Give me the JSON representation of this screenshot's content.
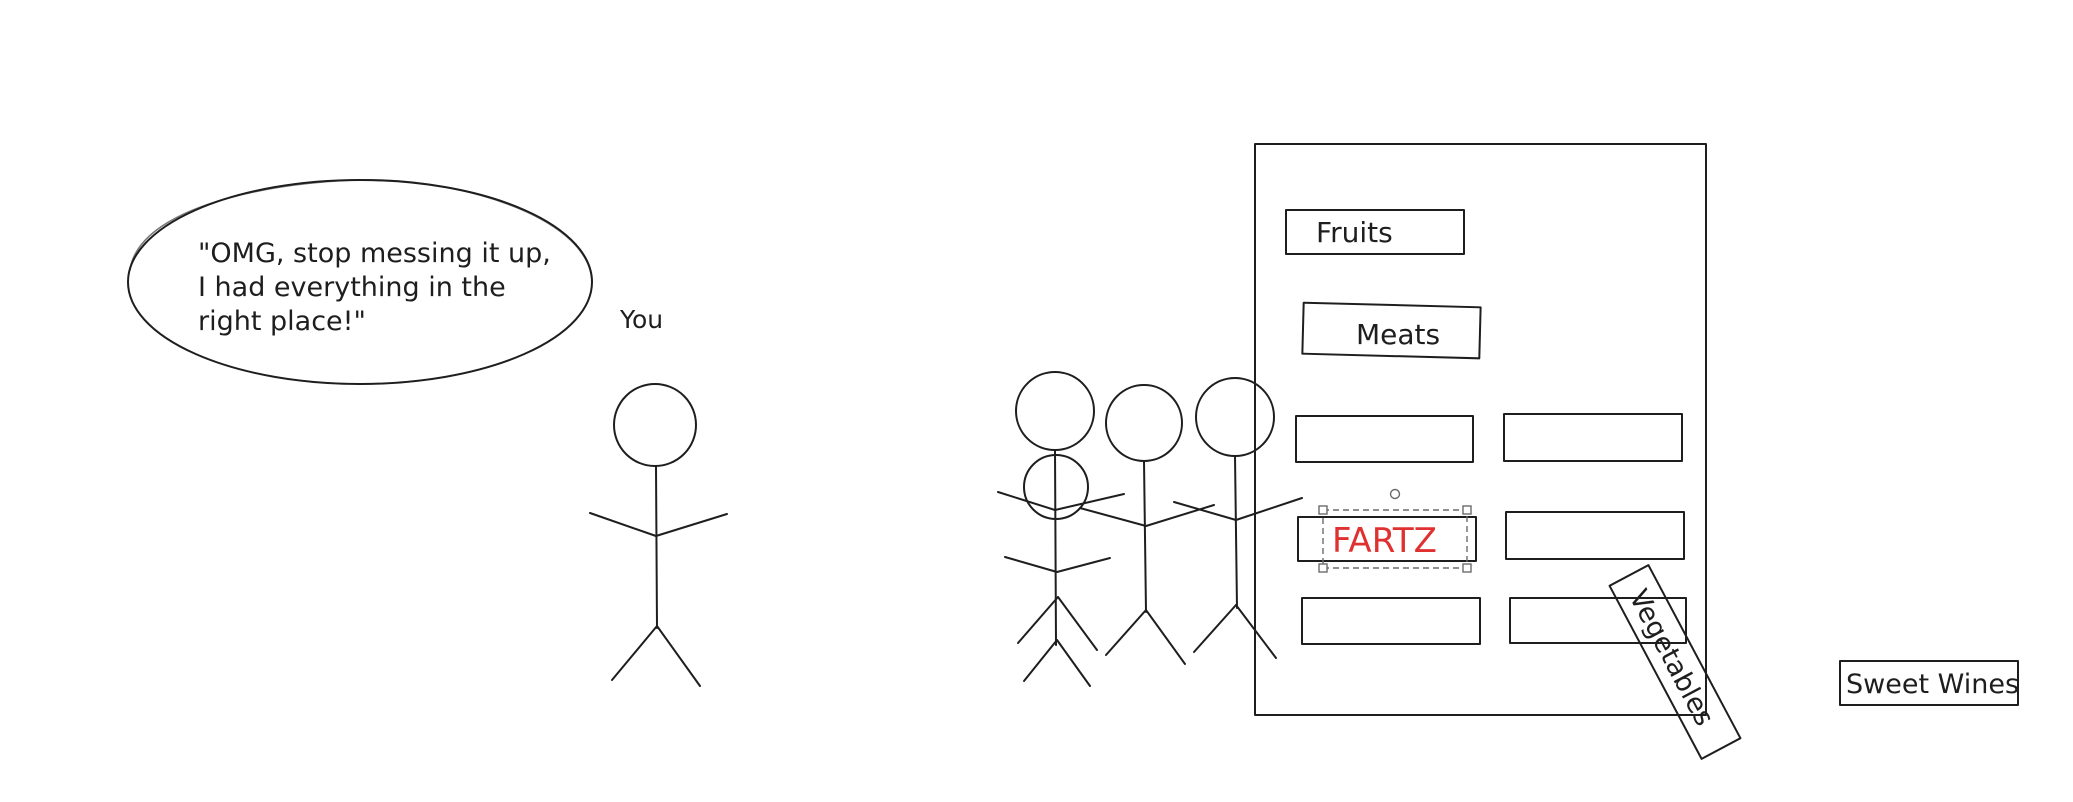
{
  "speech_bubble": {
    "line1": "\"OMG, stop messing it up,",
    "line2": "I had everything in the",
    "line3": "right place!\""
  },
  "you_label": "You",
  "board": {
    "fruits_label": "Fruits",
    "meats_label": "Meats",
    "selected_label": "FARTZ",
    "vegetables_label": "Vegetables"
  },
  "sweet_wines_label": "Sweet Wines",
  "colors": {
    "ink": "#1e1e1e",
    "accent_red": "#e03131",
    "selection": "#6b6b6b"
  }
}
